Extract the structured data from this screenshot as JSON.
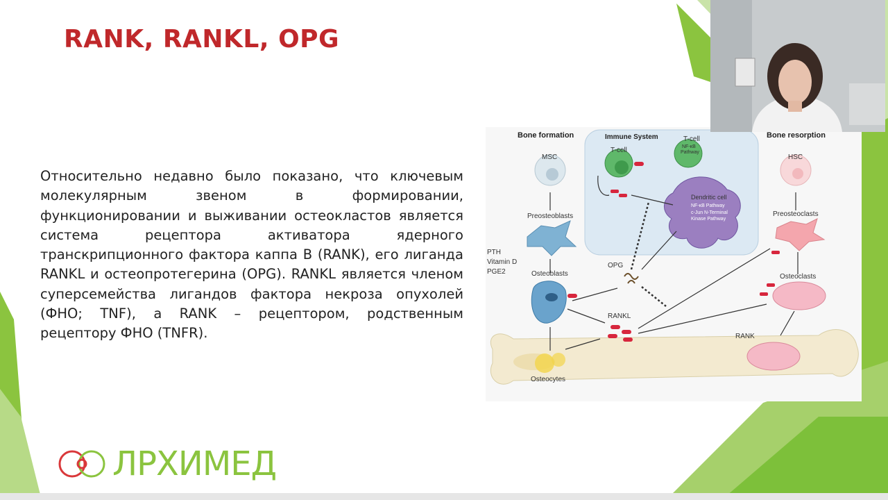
{
  "slide": {
    "title": "RANK, RANKL, OPG",
    "body": "Относительно недавно было показано, что ключевым молекулярным звеном в формировании, функционировании и выживании остеокластов является система рецептора активатора ядерного транскрипционного фактора каппа B (RANK), его лиганда RANKL и остеопротегерина (OPG). RANKL является членом суперсемейства лигандов фактора некроза опухолей (ФНО; TNF), а RANK – рецептором, родственным рецептору ФНО (TNFR)."
  },
  "figure": {
    "labels": {
      "bone_formation": "Bone formation",
      "immune_system": "Immune System",
      "bone_resorption": "Bone resorption",
      "msc": "MSC",
      "preosteoblasts": "Preosteoblasts",
      "osteoblasts": "Osteoblasts",
      "osteocytes": "Osteocytes",
      "pth": "PTH",
      "vitamin_d": "Vitamin D",
      "pge2": "PGE2",
      "tcell_1": "T-cell",
      "tcell_2": "T-cell",
      "tcell_2_sub1": "NF-κB",
      "tcell_2_sub2": "Pathway",
      "dendritic_cell": "Dendritic cell",
      "nfkb_pathway": "NF-κB Pathway",
      "cjun_1": "c-Jun N-Terminal",
      "cjun_2": "Kinase Pathway",
      "opg": "OPG",
      "rankl": "RANKL",
      "hsc": "HSC",
      "preosteoclasts": "Preosteoclasts",
      "osteoclasts": "Osteoclasts",
      "rank": "RANK"
    }
  },
  "logo": {
    "text": "ЛРХИМЕД"
  },
  "colors": {
    "title_red": "#c0282b",
    "logo_green": "#8bc43f",
    "logo_red": "#d9383a",
    "accent_green": "#7dc03a"
  }
}
